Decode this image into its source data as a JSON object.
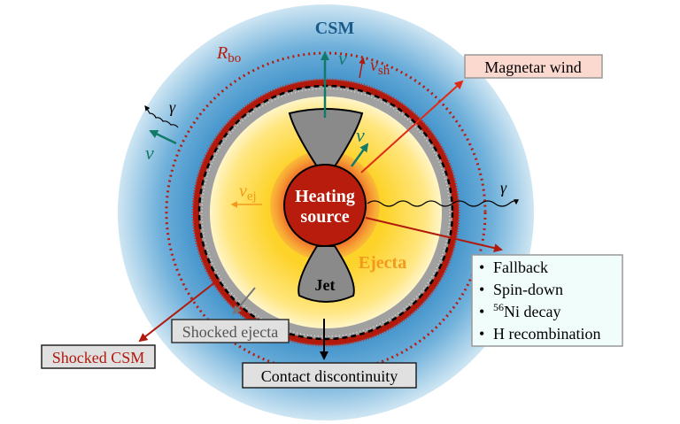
{
  "labels": {
    "csm": "CSM",
    "rbo_main": "R",
    "rbo_sub": "bo",
    "nu": "ν",
    "gamma": "γ",
    "vsh_main": "v",
    "vsh_sub": "sh",
    "vej_main": "v",
    "vej_sub": "ej",
    "heating_line1": "Heating",
    "heating_line2": "source",
    "ejecta": "Ejecta",
    "jet": "Jet",
    "magnetar_wind": "Magnetar wind",
    "shocked_ejecta": "Shocked ejecta",
    "shocked_csm": "Shocked CSM",
    "contact_discontinuity": "Contact discontinuity"
  },
  "heating_sources": [
    {
      "sup": "",
      "text": "Fallback"
    },
    {
      "sup": "",
      "text": "Spin-down"
    },
    {
      "sup": "56",
      "text": "Ni decay"
    },
    {
      "sup": "",
      "text": "H recombination"
    }
  ],
  "colors": {
    "csm": "#3d8fc8",
    "ejecta": "#fdd835",
    "heating_source": "#b71c0c",
    "shocked_csm": "#b0190c",
    "shocked_ejecta": "#9e9e9e",
    "neutrino": "#137a6a",
    "ejecta_label": "#f39a1e",
    "csm_label": "#1a5b8c"
  }
}
